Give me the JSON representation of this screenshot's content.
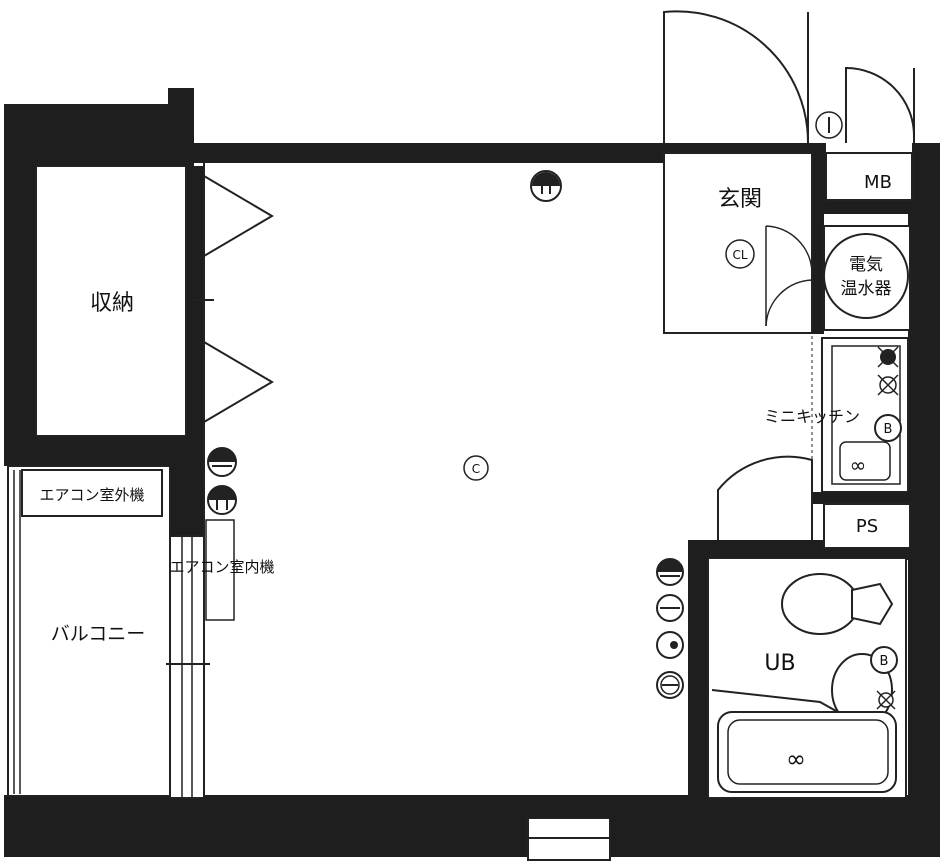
{
  "labels": {
    "storage": "収納",
    "entrance": "玄関",
    "closet": "CL",
    "meter_box": "MB",
    "water_heater_line1": "電気",
    "water_heater_line2": "温水器",
    "mini_kitchen": "ミニキッチン",
    "pipe_space": "PS",
    "unit_bath": "UB",
    "ac_outdoor": "エアコン室外機",
    "ac_indoor": "エアコン室内機",
    "balcony": "バルコニー"
  },
  "symbols": {
    "ceiling_light": "C",
    "closet_light": "CL",
    "bulb": "B",
    "washer_circle": "∞"
  },
  "colors": {
    "wall": "#1e1e1e",
    "line": "#222222",
    "background": "#ffffff"
  }
}
